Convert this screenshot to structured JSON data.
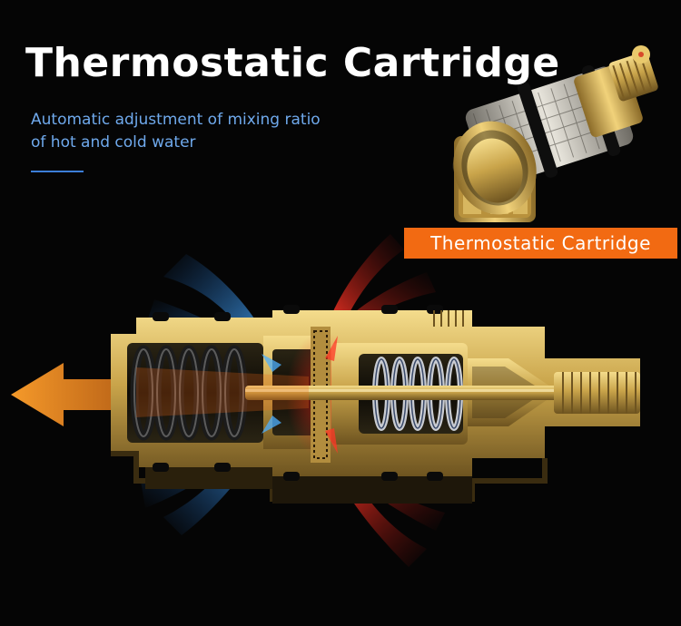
{
  "header": {
    "title": "Thermostatic Cartridge",
    "subtitle_lines": [
      "Automatic adjustment of mixing ratio",
      "of hot and cold water"
    ]
  },
  "product": {
    "label": "Thermostatic Cartridge"
  },
  "colors": {
    "background": "#050505",
    "title": "#ffffff",
    "subtitle": "#6fa9ec",
    "accent_line": "#3c7ed8",
    "badge": "#f26a12",
    "brass": "#c9a44a",
    "cold_flow": "#3aa0ff",
    "hot_flow": "#e3241b",
    "mixed_flow": "#f07a1a"
  }
}
